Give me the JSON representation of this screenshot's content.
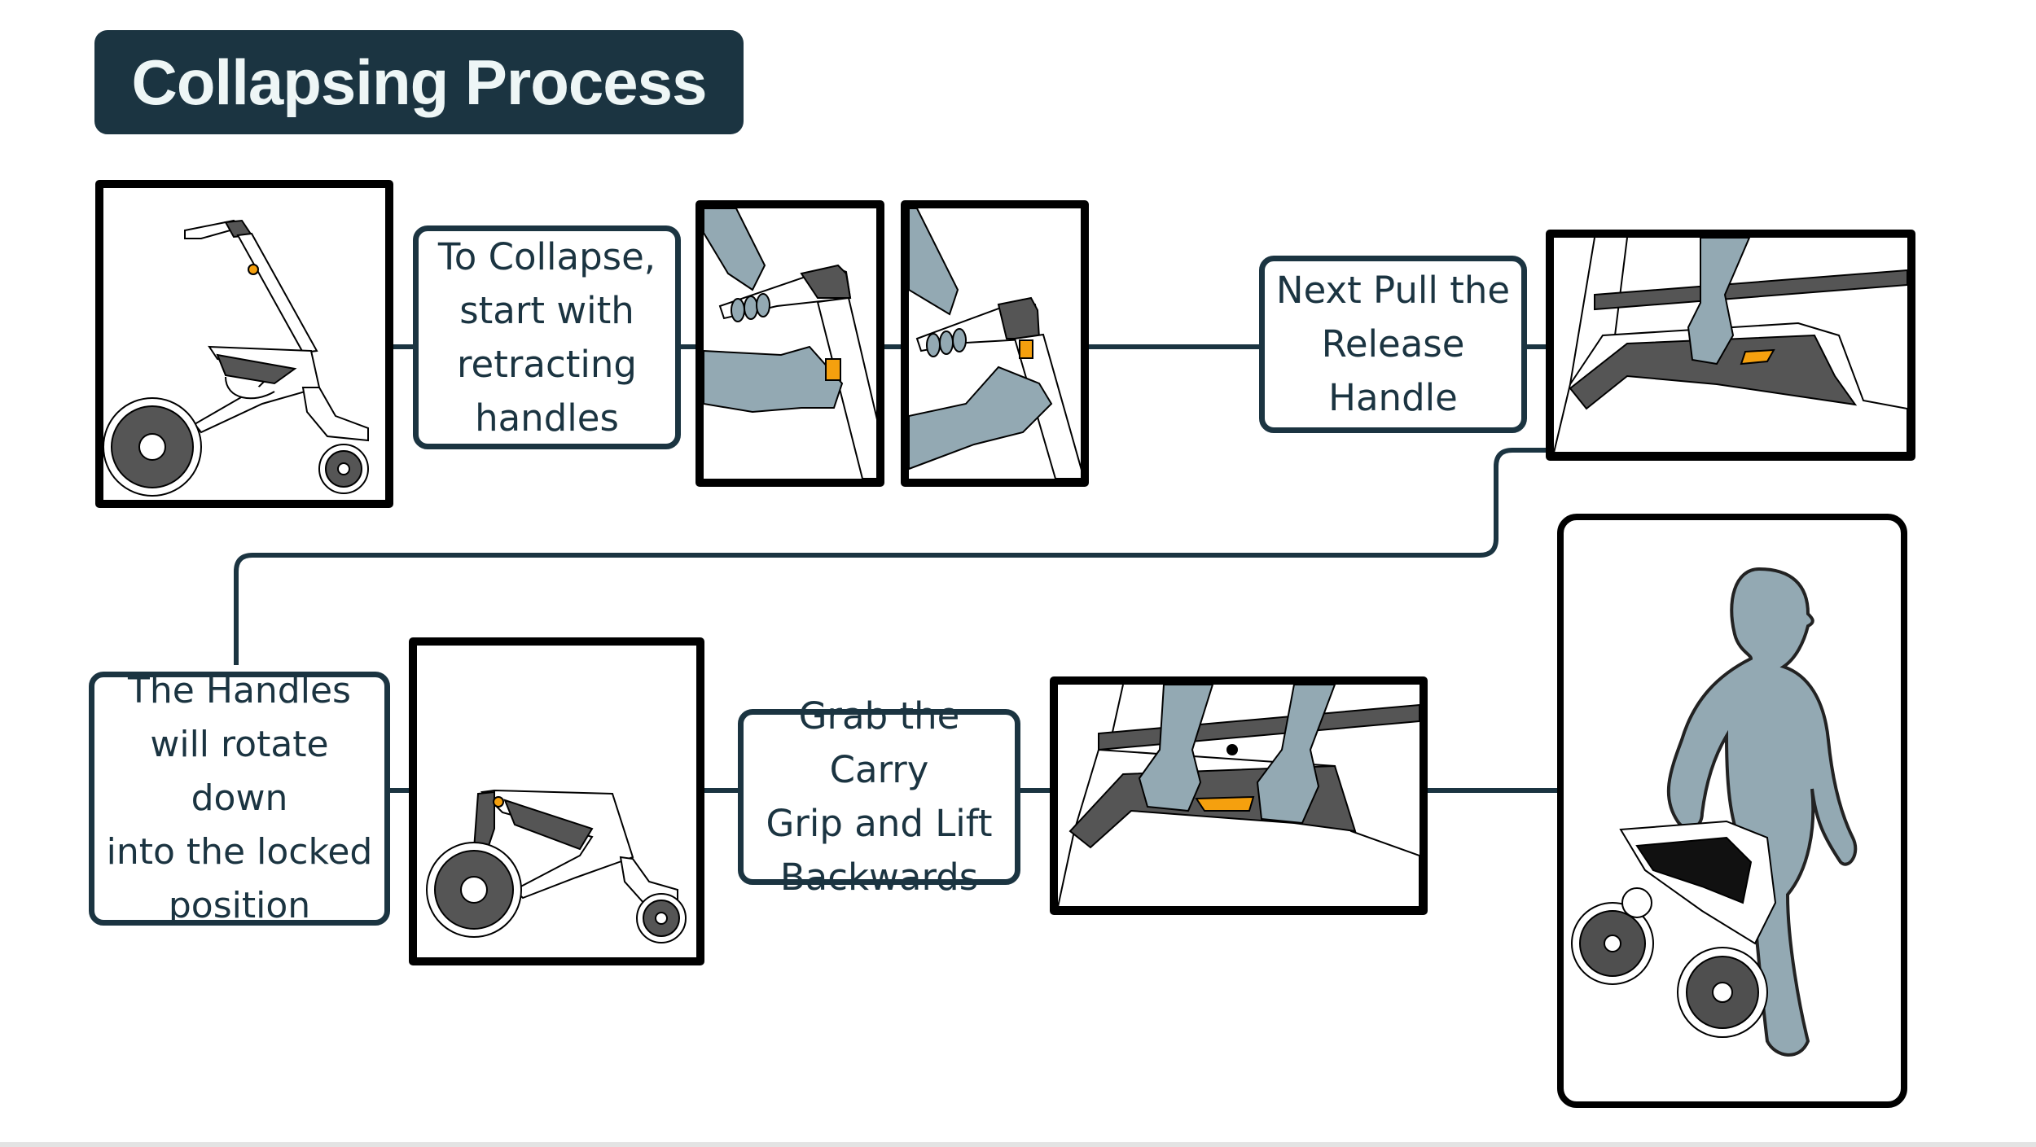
{
  "title": "Collapsing Process",
  "colors": {
    "title_bg": "#1b3441",
    "title_text": "#eef6f6",
    "accent_dark": "#1b3441",
    "skin": "#93a9b3",
    "frame_gray": "#4f4f4f",
    "release_orange": "#f5a00e"
  },
  "steps": [
    {
      "lines": [
        "To Collapse,",
        "start with",
        "retracting",
        "handles"
      ]
    },
    {
      "lines": [
        "Next Pull the",
        "Release",
        "Handle"
      ]
    },
    {
      "lines": [
        "The Handles",
        "will rotate down",
        "into the locked",
        "position"
      ]
    },
    {
      "lines": [
        "Grab the Carry",
        "Grip and Lift",
        "Backwards"
      ]
    }
  ],
  "illustrations": [
    {
      "id": "walker-upright",
      "description": "walker standing upright with extended handle"
    },
    {
      "id": "hands-retract-handle",
      "description": "hands pressing button to retract handle"
    },
    {
      "id": "hands-retract-handle-closeup",
      "description": "hands sliding handle down"
    },
    {
      "id": "hand-pull-release",
      "description": "hand pulling orange release handle"
    },
    {
      "id": "walker-handles-down",
      "description": "walker with handles rotated down and locked"
    },
    {
      "id": "hands-carry-grip",
      "description": "two hands grabbing carry grip"
    },
    {
      "id": "person-carrying-walker",
      "description": "person carrying folded walker"
    }
  ]
}
